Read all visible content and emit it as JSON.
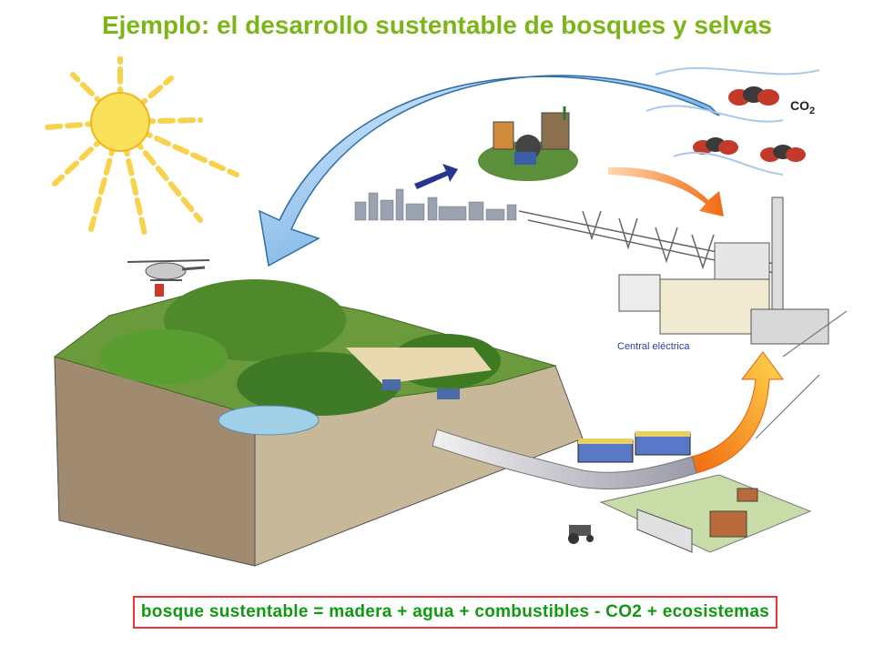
{
  "title": "Ejemplo: el desarrollo sustentable de bosques y selvas",
  "labels": {
    "power_plant": "Central eléctrica",
    "co2_main": "CO",
    "co2_sub": "2"
  },
  "equation": "bosque sustentable = madera + agua + combustibles  - CO2 + ecosistemas",
  "colors": {
    "title": "#7cb518",
    "equation_text": "#119911",
    "equation_border": "#ee3333",
    "label": "#2c3e9c"
  }
}
